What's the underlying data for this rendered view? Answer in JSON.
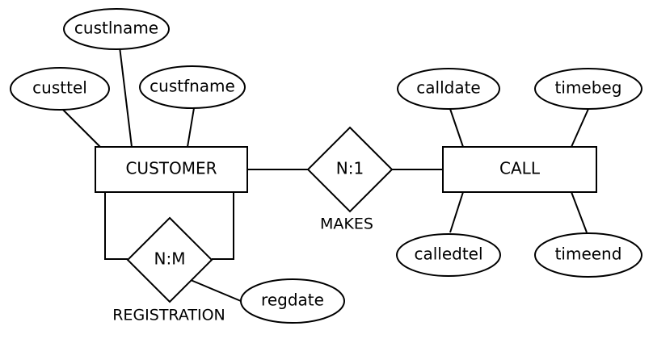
{
  "entities": {
    "customer": "CUSTOMER",
    "call": "CALL"
  },
  "relationships": {
    "makes": {
      "cardinality": "N:1",
      "name": "MAKES"
    },
    "registration": {
      "cardinality": "N:M",
      "name": "REGISTRATION"
    }
  },
  "attributes": {
    "custlname": "custlname",
    "custtel": "custtel",
    "custfname": "custfname",
    "calldate": "calldate",
    "timebeg": "timebeg",
    "calledtel": "calledtel",
    "timeend": "timeend",
    "regdate": "regdate"
  }
}
